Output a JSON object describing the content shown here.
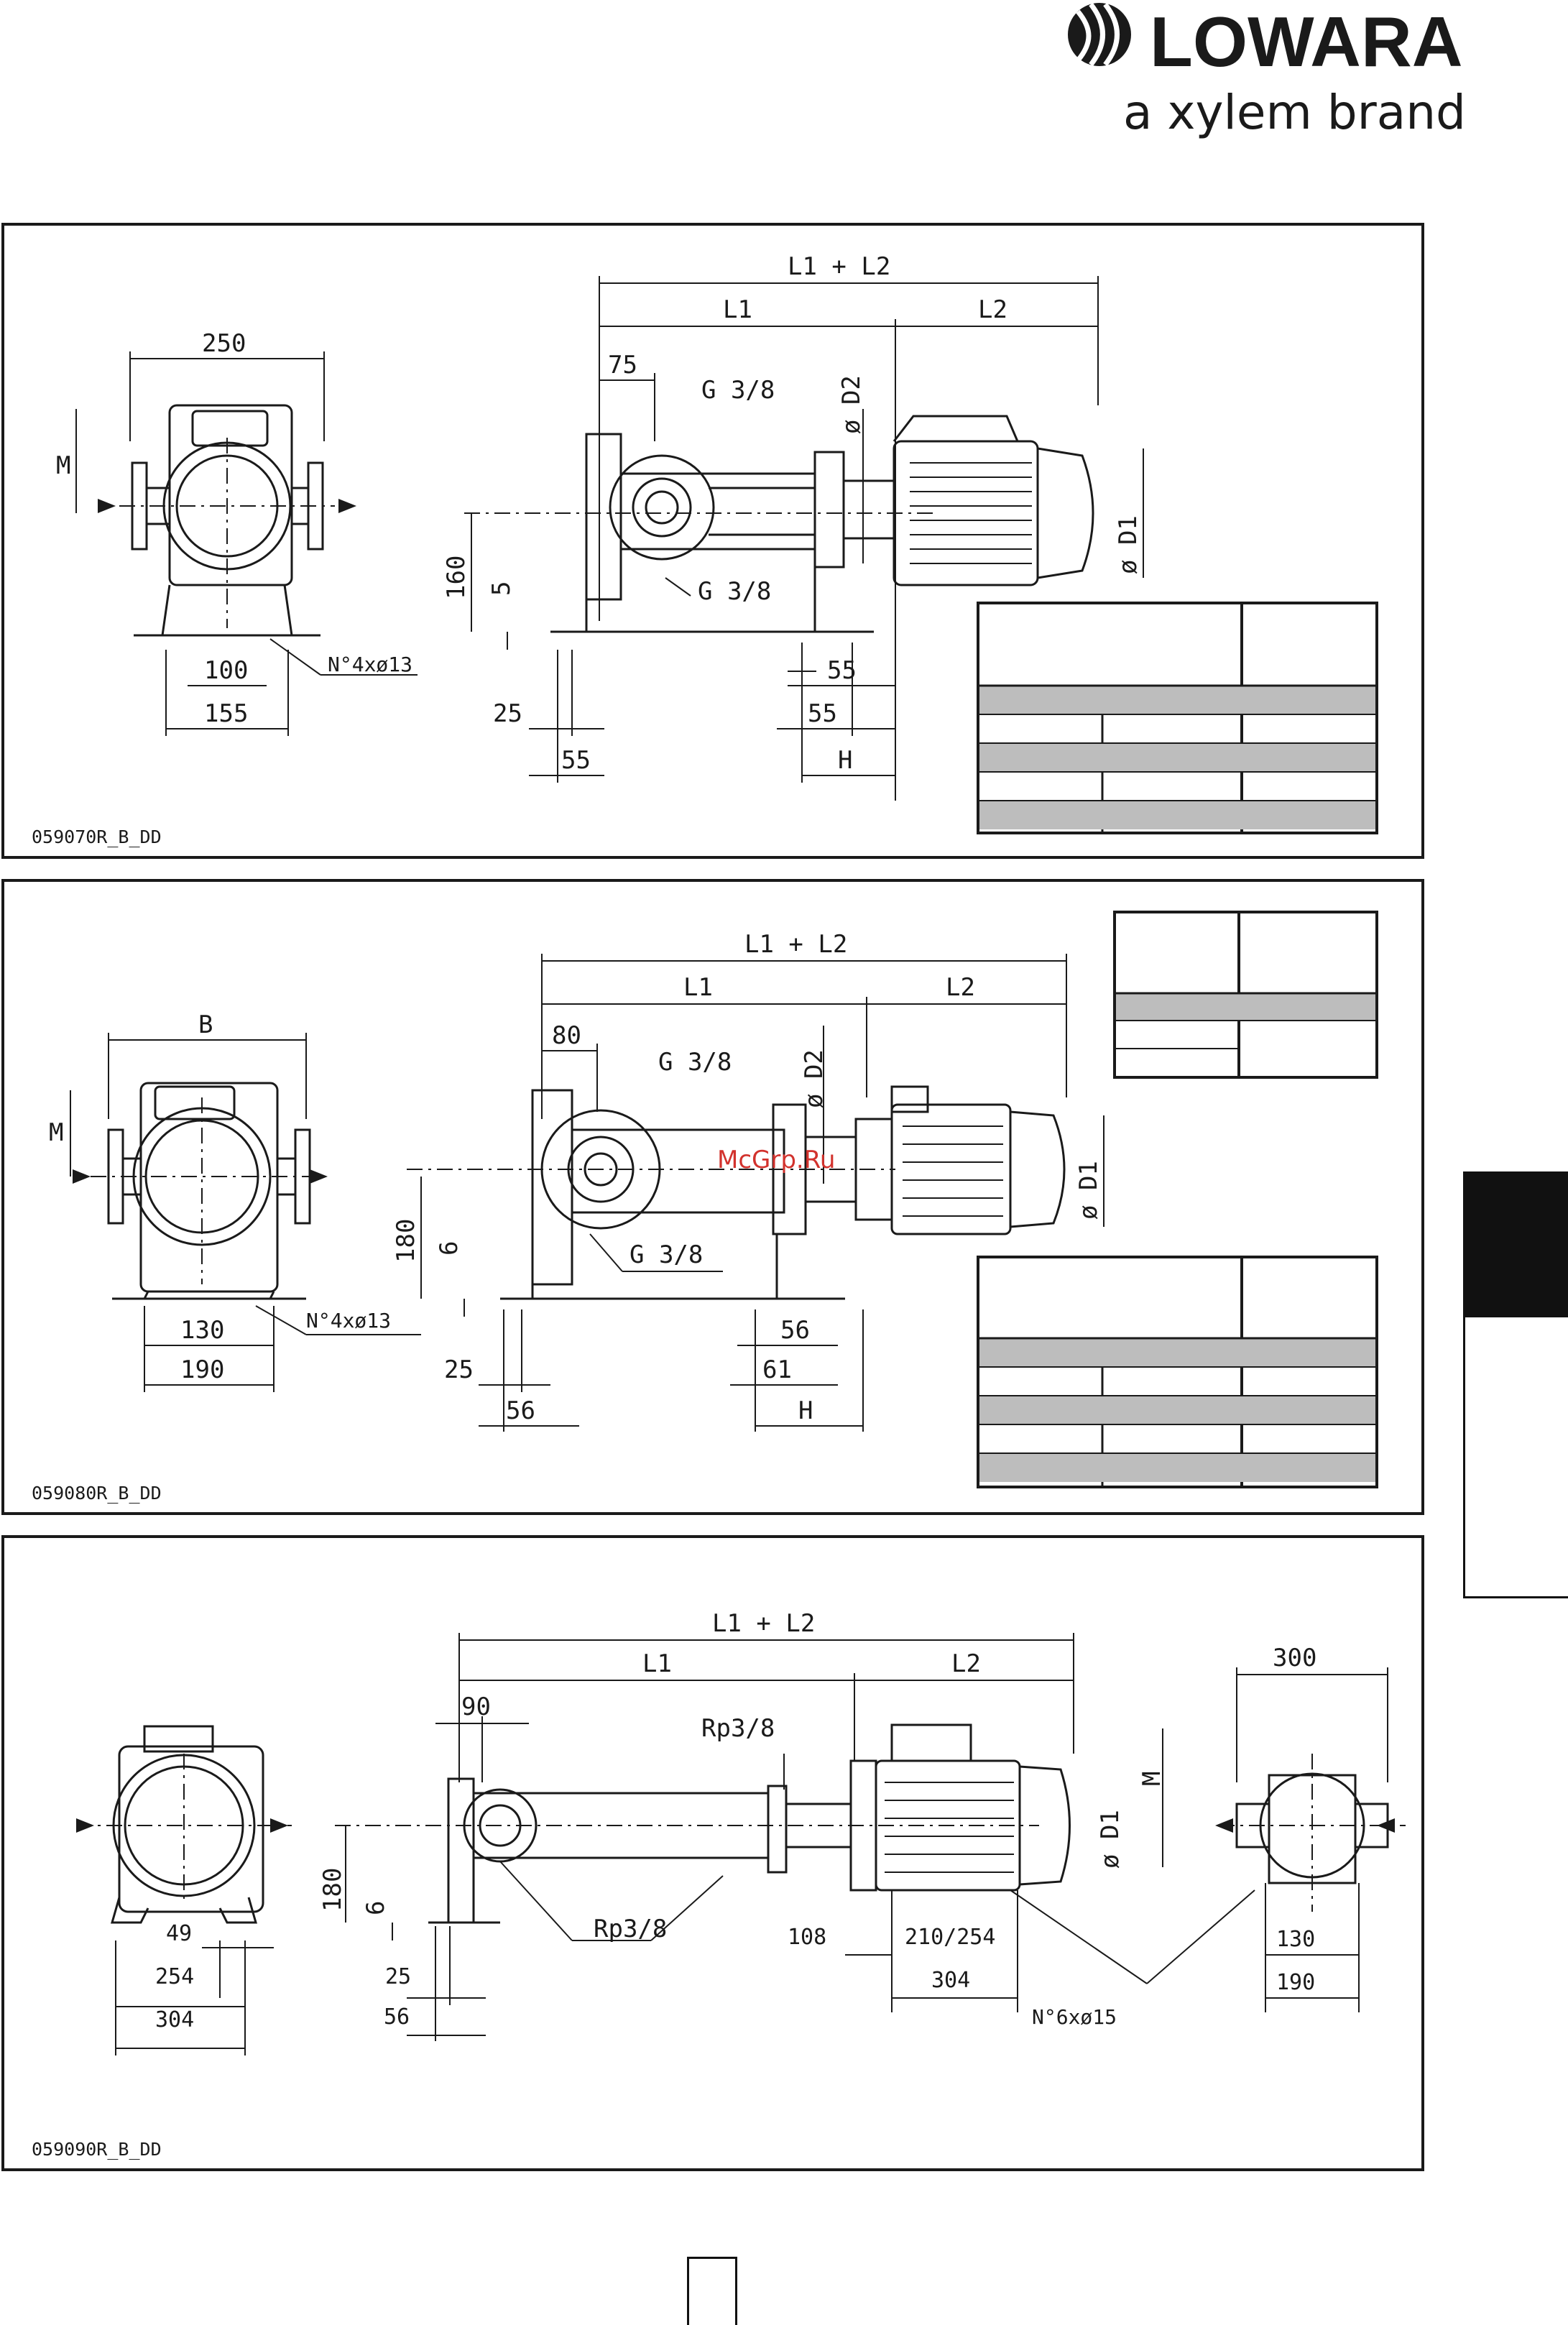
{
  "header": {
    "brand": "LOWARA",
    "tagline": "a xylem brand"
  },
  "watermark": "McGrp.Ru",
  "panels": [
    {
      "code": "059070R_B_DD",
      "labels": {
        "overall": "L1 + L2",
        "l1": "L1",
        "l2": "L2",
        "width": "250",
        "m": "M",
        "offset": "75",
        "g_top": "G 3/8",
        "g_bottom": "G 3/8",
        "d2": "ø D2",
        "d1": "ø D1",
        "height": "160",
        "foot": "5",
        "holes": "N°4xø13",
        "base_a": "100",
        "base_b": "155",
        "f25": "25",
        "f55a": "55",
        "f55b": "55",
        "f55c": "55",
        "h": "H"
      }
    },
    {
      "code": "059080R_B_DD",
      "labels": {
        "overall": "L1 + L2",
        "l1": "L1",
        "l2": "L2",
        "width": "B",
        "m": "M",
        "offset": "80",
        "g_top": "G 3/8",
        "g_bottom": "G 3/8",
        "d2": "ø D2",
        "d1": "ø D1",
        "height": "180",
        "foot": "6",
        "holes": "N°4xø13",
        "base_a": "130",
        "base_b": "190",
        "f25": "25",
        "f56a": "56",
        "f56b": "56",
        "f61": "61",
        "h": "H"
      }
    },
    {
      "code": "059090R_B_DD",
      "labels": {
        "overall": "L1 + L2",
        "l1": "L1",
        "l2": "L2",
        "offset": "90",
        "rp_top": "Rp3/8",
        "rp_bottom": "Rp3/8",
        "d1": "ø D1",
        "m": "M",
        "height": "180",
        "foot": "6",
        "w49": "49",
        "w254": "254",
        "w304": "304",
        "f25": "25",
        "f56": "56",
        "b108": "108",
        "b210": "210/254",
        "b304": "304",
        "holes": "N°6xø15",
        "side_w": "300",
        "s130": "130",
        "s190": "190"
      }
    }
  ]
}
